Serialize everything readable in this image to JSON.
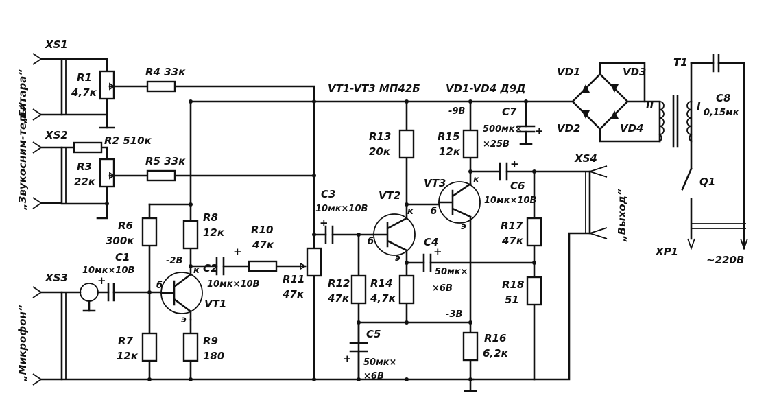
{
  "header": {
    "transistors": "VT1-VT3 МП42Б",
    "diodes": "VD1-VD4 Д9Д"
  },
  "connectors": {
    "xs1": {
      "ref": "XS1",
      "name": "„Гитара“"
    },
    "xs2": {
      "ref": "XS2",
      "name": "„Звукосним-тель“"
    },
    "xs3": {
      "ref": "XS3",
      "name": "„Микрофон“"
    },
    "xs4": {
      "ref": "XS4",
      "name": "„Выход“"
    },
    "xp1": {
      "ref": "XP1",
      "name": "~220В"
    }
  },
  "resistors": {
    "r1": {
      "ref": "R1",
      "value": "4,7к"
    },
    "r2": {
      "ref": "R2",
      "value": "510к"
    },
    "r3": {
      "ref": "R3",
      "value": "22к"
    },
    "r4": {
      "ref": "R4",
      "value": "33к"
    },
    "r5": {
      "ref": "R5",
      "value": "33к"
    },
    "r6": {
      "ref": "R6",
      "value": "300к"
    },
    "r7": {
      "ref": "R7",
      "value": "12к"
    },
    "r8": {
      "ref": "R8",
      "value": "12к"
    },
    "r9": {
      "ref": "R9",
      "value": "180"
    },
    "r10": {
      "ref": "R10",
      "value": "47к"
    },
    "r11": {
      "ref": "R11",
      "value": "47к"
    },
    "r12": {
      "ref": "R12",
      "value": "47к"
    },
    "r13": {
      "ref": "R13",
      "value": "20к"
    },
    "r14": {
      "ref": "R14",
      "value": "4,7к"
    },
    "r15": {
      "ref": "R15",
      "value": "12к"
    },
    "r16": {
      "ref": "R16",
      "value": "6,2к"
    },
    "r17": {
      "ref": "R17",
      "value": "47к"
    },
    "r18": {
      "ref": "R18",
      "value": "51"
    }
  },
  "capacitors": {
    "c1": {
      "ref": "C1",
      "value": "10мк×10В"
    },
    "c2": {
      "ref": "C2",
      "value": "10мк×10В"
    },
    "c3": {
      "ref": "C3",
      "value": "10мк×10В"
    },
    "c4": {
      "ref": "C4",
      "value": "50мк×",
      "value2": "×6В"
    },
    "c5": {
      "ref": "C5",
      "value": "50мк×",
      "value2": "×6В"
    },
    "c6": {
      "ref": "C6",
      "value": "10мк×10В"
    },
    "c7": {
      "ref": "C7",
      "value": "500мк×",
      "value2": "×25В"
    },
    "c8": {
      "ref": "C8",
      "value": "0,15мк"
    }
  },
  "transistors": {
    "vt1": {
      "ref": "VT1"
    },
    "vt2": {
      "ref": "VT2"
    },
    "vt3": {
      "ref": "VT3"
    }
  },
  "diodes": {
    "vd1": {
      "ref": "VD1"
    },
    "vd2": {
      "ref": "VD2"
    },
    "vd3": {
      "ref": "VD3"
    },
    "vd4": {
      "ref": "VD4"
    }
  },
  "transformer": {
    "ref": "T1",
    "primary": "I",
    "secondary": "II"
  },
  "switch": {
    "ref": "Q1"
  },
  "pins": {
    "base": "б",
    "collector": "к",
    "emitter": "э"
  },
  "voltages": {
    "v_minus9": "-9В",
    "v_minus2": "-2В",
    "v_minus3": "-3В"
  },
  "polarity": {
    "plus": "+"
  }
}
